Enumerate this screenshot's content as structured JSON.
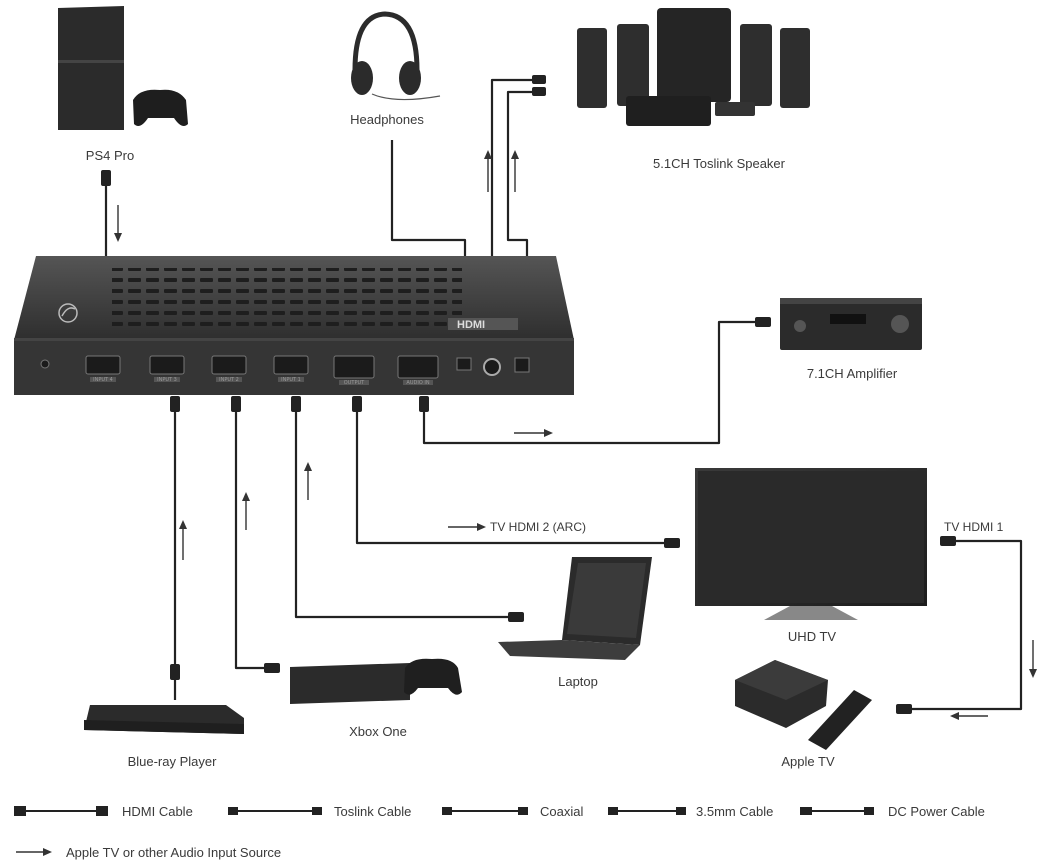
{
  "devices": {
    "ps4": "PS4 Pro",
    "headphones": "Headphones",
    "speaker": "5.1CH Toslink Speaker",
    "amplifier": "7.1CH Amplifier",
    "uhd_tv": "UHD TV",
    "laptop": "Laptop",
    "xbox": "Xbox One",
    "bluray": "Blue-ray Player",
    "apple_tv": "Apple TV"
  },
  "connections": {
    "tv_hdmi2": "TV HDMI 2 (ARC)",
    "tv_hdmi1": "TV HDMI 1"
  },
  "legend": {
    "hdmi": "HDMI Cable",
    "toslink": "Toslink Cable",
    "coaxial": "Coaxial",
    "mm35": "3.5mm Cable",
    "dc": "DC Power Cable",
    "arrow_note": "Apple TV or other Audio  Input Source"
  },
  "switch_ports": [
    "INPUT 4",
    "INPUT 3",
    "INPUT 2",
    "INPUT 1",
    "OUTPUT",
    "AUDIO IN"
  ],
  "colors": {
    "device": "#2b2b2b",
    "switch_body": "#3c3c3c",
    "cable": "#222222",
    "text": "#3a3a3a"
  },
  "icons": [
    "arrow-right-icon",
    "arrow-up-icon",
    "arrow-down-icon",
    "arrow-left-icon"
  ]
}
